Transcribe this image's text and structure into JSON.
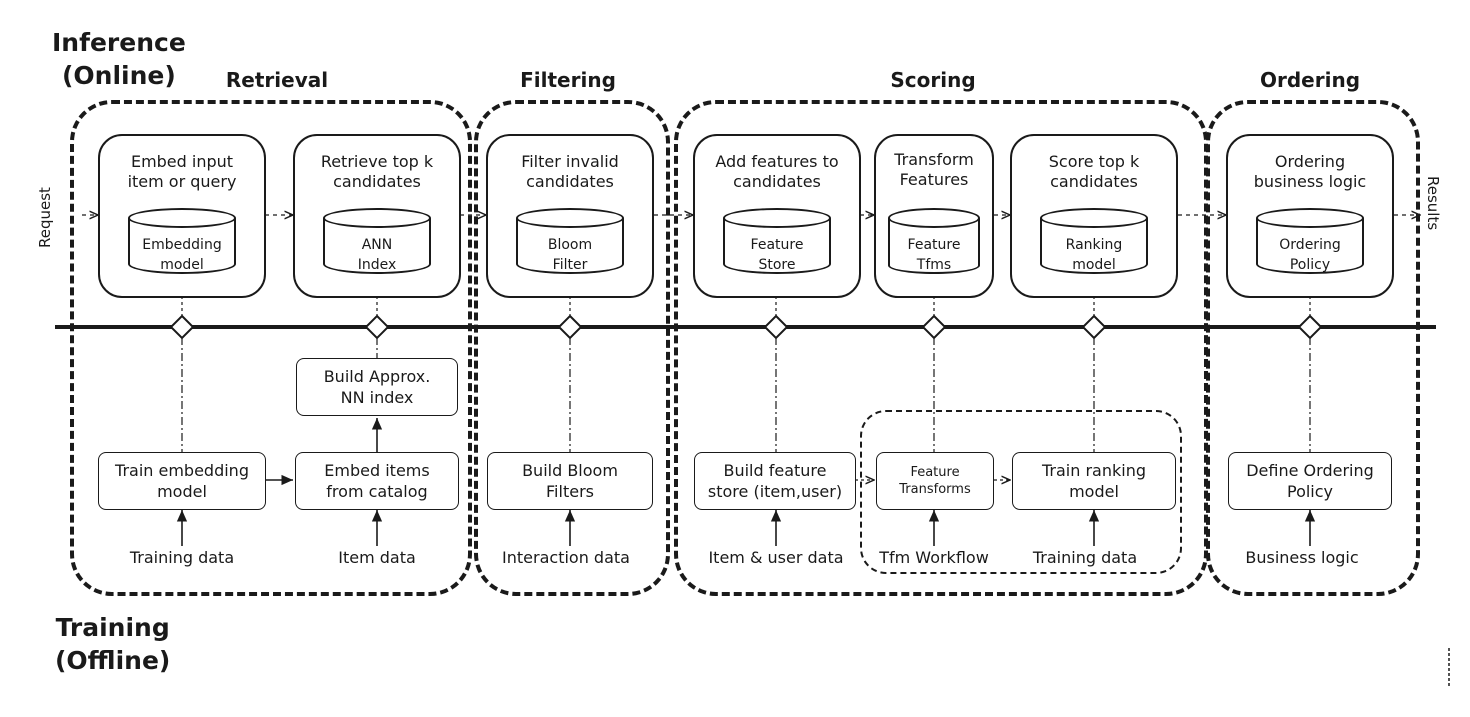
{
  "corners": {
    "inference_line1": "Inference",
    "inference_line2": "(Online)",
    "training_line1": "Training",
    "training_line2": "(Offline)"
  },
  "stages": {
    "retrieval": "Retrieval",
    "filtering": "Filtering",
    "scoring": "Scoring",
    "ordering": "Ordering"
  },
  "io": {
    "request": "Request",
    "results": "Results"
  },
  "online": {
    "embed": {
      "title": "Embed input item or query",
      "store": "Embedding model"
    },
    "retrieve": {
      "title": "Retrieve top k candidates",
      "store": "ANN Index"
    },
    "filter": {
      "title": "Filter  invalid candidates",
      "store": "Bloom Filter"
    },
    "features": {
      "title": "Add features to candidates",
      "store": "Feature Store"
    },
    "transform": {
      "title": "Transform Features",
      "store": "Feature Tfms"
    },
    "score": {
      "title": "Score top k candidates",
      "store": "Ranking model"
    },
    "ordering": {
      "title": "Ordering business logic",
      "store": "Ordering Policy"
    }
  },
  "offline": {
    "build_ann": "Build Approx. NN index",
    "train_embedding": "Train embedding model",
    "embed_items": "Embed items from catalog",
    "build_bloom": "Build Bloom Filters",
    "build_feature_store": "Build feature store (item,user)",
    "feature_transforms": "Feature Transforms",
    "train_ranking": "Train ranking model",
    "define_policy": "Define Ordering Policy"
  },
  "sources": {
    "training_data_1": "Training data",
    "item_data": "Item data",
    "interaction_data": "Interaction data",
    "item_user_data": "Item & user data",
    "tfm_workflow": "Tfm Workflow",
    "training_data_2": "Training data",
    "business_logic": "Business logic"
  }
}
